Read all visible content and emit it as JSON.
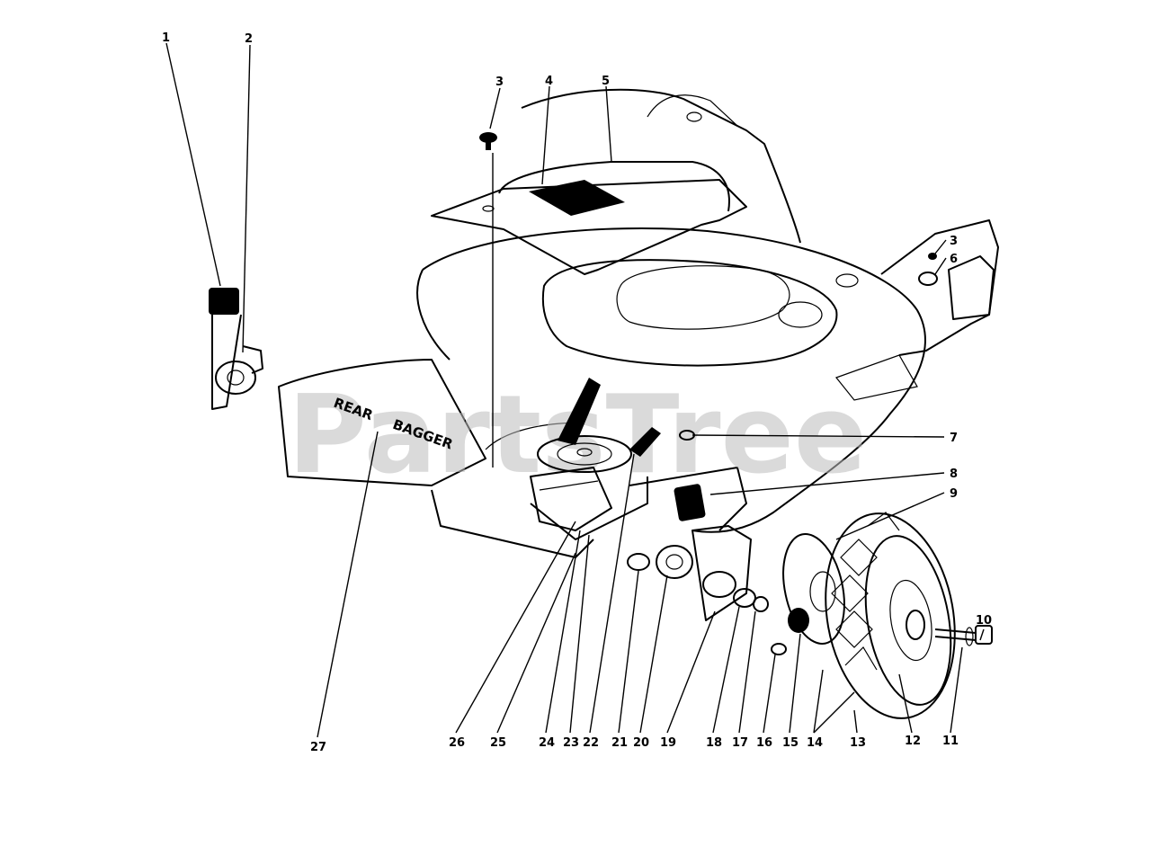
{
  "watermark": "PartsTree",
  "decal": {
    "line1": "REAR",
    "line2": "BAGGER"
  },
  "callouts": [
    {
      "key": "p1",
      "label": "1"
    },
    {
      "key": "p2",
      "label": "2"
    },
    {
      "key": "p3a",
      "label": "3"
    },
    {
      "key": "p4",
      "label": "4"
    },
    {
      "key": "p5",
      "label": "5"
    },
    {
      "key": "p3b",
      "label": "3"
    },
    {
      "key": "p6",
      "label": "6"
    },
    {
      "key": "p7",
      "label": "7"
    },
    {
      "key": "p8",
      "label": "8"
    },
    {
      "key": "p9",
      "label": "9"
    },
    {
      "key": "p10",
      "label": "10"
    },
    {
      "key": "p11",
      "label": "11"
    },
    {
      "key": "p12",
      "label": "12"
    },
    {
      "key": "p13",
      "label": "13"
    },
    {
      "key": "p14",
      "label": "14"
    },
    {
      "key": "p15",
      "label": "15"
    },
    {
      "key": "p16",
      "label": "16"
    },
    {
      "key": "p17",
      "label": "17"
    },
    {
      "key": "p18",
      "label": "18"
    },
    {
      "key": "p19",
      "label": "19"
    },
    {
      "key": "p20",
      "label": "20"
    },
    {
      "key": "p21",
      "label": "21"
    },
    {
      "key": "p22",
      "label": "22"
    },
    {
      "key": "p23",
      "label": "23"
    },
    {
      "key": "p24",
      "label": "24"
    },
    {
      "key": "p25",
      "label": "25"
    },
    {
      "key": "p26",
      "label": "26"
    },
    {
      "key": "p27",
      "label": "27"
    }
  ]
}
